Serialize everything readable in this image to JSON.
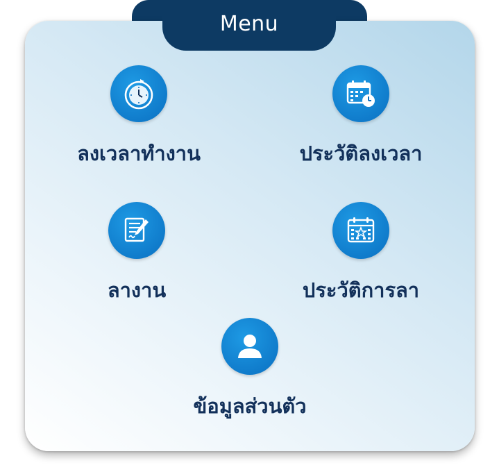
{
  "header": {
    "title": "Menu"
  },
  "menu": {
    "items": [
      {
        "label": "ลงเวลาทำงาน",
        "icon": "clock-icon"
      },
      {
        "label": "ประวัติลงเวลา",
        "icon": "calendar-clock-icon"
      },
      {
        "label": "ลางาน",
        "icon": "leave-form-icon"
      },
      {
        "label": "ประวัติการลา",
        "icon": "calendar-star-icon"
      },
      {
        "label": "ข้อมูลส่วนตัว",
        "icon": "user-icon"
      }
    ]
  },
  "colors": {
    "header_bg": "#0d3a63",
    "icon_bg": "#0a78cc",
    "label_text": "#12305a"
  }
}
